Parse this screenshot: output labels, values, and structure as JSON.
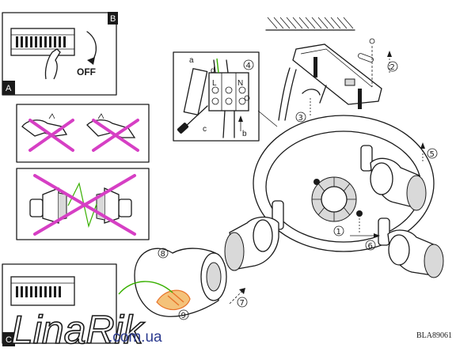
{
  "panels": {
    "a_letter": "A",
    "b_letter": "B",
    "c_letter": "C"
  },
  "switch_label": "OFF",
  "steps": [
    "1",
    "2",
    "3",
    "4",
    "5",
    "6",
    "7",
    "8",
    "9"
  ],
  "terminal_letters": {
    "a": "a",
    "b": "b",
    "c": "c",
    "d": "d",
    "L": "L",
    "N": "N"
  },
  "model_code": "BLA89061",
  "watermark": {
    "main": "LinaRik",
    "domain": ".com.ua"
  },
  "colors": {
    "cross": "#d63fc4",
    "leaf": "#38b000",
    "bulb": "#e7732a",
    "watermark": "#2b3a8f"
  }
}
